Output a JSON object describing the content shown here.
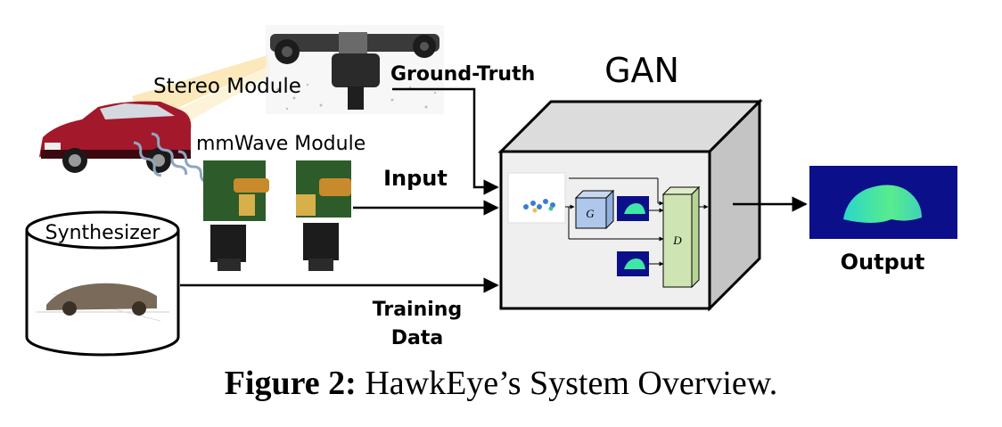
{
  "labels": {
    "stereo_module": "Stereo Module",
    "ground_truth": "Ground-Truth",
    "gan": "GAN",
    "mmwave_module": "mmWave Module",
    "input": "Input",
    "synthesizer": "Synthesizer",
    "training_data_line1": "Training",
    "training_data_line2": "Data",
    "output": "Output",
    "generator": "G",
    "discriminator": "D"
  },
  "caption": {
    "label": "Figure 2:",
    "text": "HawkEye’s System Overview."
  },
  "colors": {
    "cone": "#fbe6b4",
    "car_body": "#a3182b",
    "gan_front": "#efefef",
    "gan_top": "#dcdcdc",
    "gan_side": "#c4c4c4",
    "generator_fill": "#aec7ea",
    "discriminator_fill": "#cfe4b3",
    "output_bg": "#0b0f8a",
    "output_shape": "#3fe7a6"
  }
}
